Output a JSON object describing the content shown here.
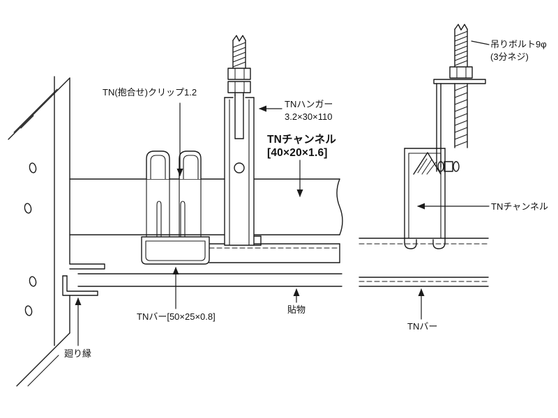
{
  "diagram": {
    "labels": {
      "clip": "TN(抱合せ)クリップ1.2",
      "hanger": {
        "line1": "TNハンガー",
        "line2": "3.2×30×110"
      },
      "channel_main": {
        "line1": "TNチャンネル",
        "line2": "[40×20×1.6]"
      },
      "bolt": {
        "line1": "吊りボルト9φ",
        "line2": "(3分ネジ)"
      },
      "channel_right": "TNチャンネル",
      "bar_left": "TNバー[50×25×0.8]",
      "board": "貼物",
      "bar_right": "TNバー",
      "trim": "廻り縁"
    },
    "colors": {
      "line": "#1a1a1a",
      "background": "#ffffff"
    }
  }
}
